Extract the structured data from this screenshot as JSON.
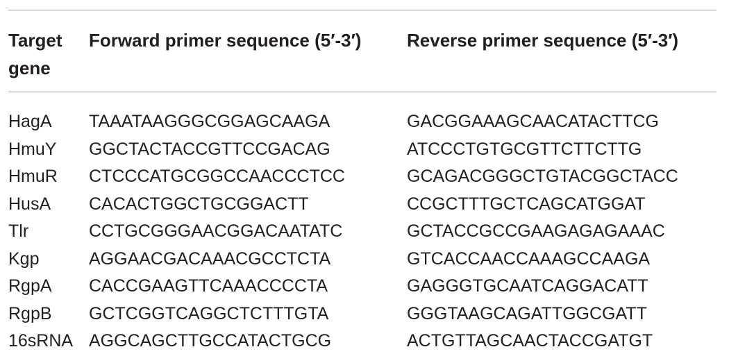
{
  "table": {
    "headers": {
      "target_gene": "Target gene",
      "forward": "Forward primer sequence (5′-3′)",
      "reverse": "Reverse primer sequence (5′-3′)"
    },
    "rows": [
      {
        "gene": "HagA",
        "forward": "TAAATAAGGGCGGAGCAAGA",
        "reverse": "GACGGAAAGCAACATACTTCG"
      },
      {
        "gene": "HmuY",
        "forward": "GGCTACTACCGTTCCGACAG",
        "reverse": "ATCCCTGTGCGTTCTTCTTG"
      },
      {
        "gene": "HmuR",
        "forward": "CTCCCATGCGGCCAACCCTCC",
        "reverse": "GCAGACGGGCTGTACGGCTACC"
      },
      {
        "gene": "HusA",
        "forward": "CACACTGGCTGCGGACTT",
        "reverse": "CCGCTTTGCTCAGCATGGAT"
      },
      {
        "gene": "Tlr",
        "forward": "CCTGCGGGAACGGACAATATC",
        "reverse": "GCTACCGCCGAAGAGAGAAAC"
      },
      {
        "gene": "Kgp",
        "forward": "AGGAACGACAAACGCCTCTA",
        "reverse": "GTCACCAACCAAAGCCAAGA"
      },
      {
        "gene": "RgpA",
        "forward": "CACCGAAGTTCAAACCCCTA",
        "reverse": "GAGGGTGCAATCAGGACATT"
      },
      {
        "gene": "RgpB",
        "forward": "GCTCGGTCAGGCTCTTTGTA",
        "reverse": "GGGTAAGCAGATTGGCGATT"
      },
      {
        "gene": "16sRNA",
        "forward": "AGGCAGCTTGCCATACTGCG",
        "reverse": "ACTGTTAGCAACTACCGATGT"
      }
    ]
  }
}
